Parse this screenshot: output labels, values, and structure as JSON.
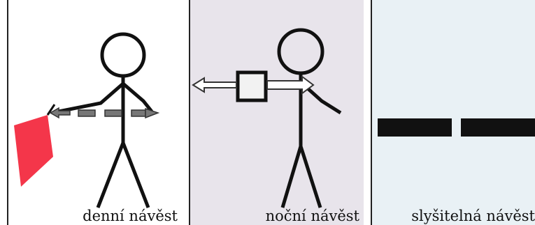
{
  "panels": [
    {
      "caption": "denní návěst",
      "background": "#ffffff",
      "flag_color": "#f4364a",
      "icon": "stick-figure-with-flag-icon"
    },
    {
      "caption": "noční návěst",
      "background": "#e8e4eb",
      "icon": "stick-figure-with-lantern-icon"
    },
    {
      "caption": "slyšitelná návěst",
      "background": "#e9f1f5",
      "icon": "two-long-sound-signals-icon"
    }
  ]
}
